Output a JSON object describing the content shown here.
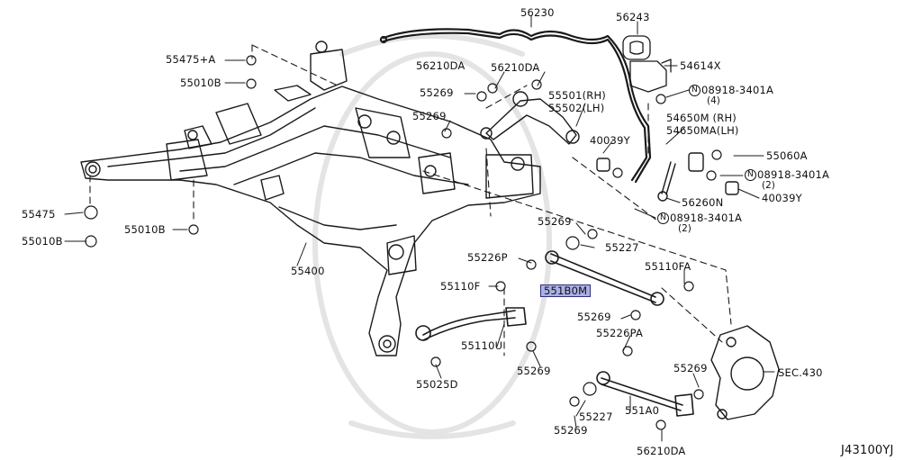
{
  "diagram_code": "J43100YJ",
  "labels": {
    "p56230": "56230",
    "p56243": "56243",
    "p55475A": "55475+A",
    "p55010B_top": "55010B",
    "p56210DA_a": "56210DA",
    "p56210DA_b": "56210DA",
    "p54614X": "54614X",
    "p55269_a": "55269",
    "p55501": "55501(RH)",
    "p55502": "55502(LH)",
    "p08918_a": "08918-3401A",
    "p08918_a_qty": "(4)",
    "p55269_b": "55269",
    "p54650M": "54650M (RH)",
    "p54650MA": "54650MA(LH)",
    "p40039Y_a": "40039Y",
    "p55060A": "55060A",
    "p08918_b": "08918-3401A",
    "p08918_b_qty": "(2)",
    "p40039Y_b": "40039Y",
    "p55475": "55475",
    "p55010B_mid": "55010B",
    "p56260N": "56260N",
    "p55010B_low": "55010B",
    "p08918_c": "08918-3401A",
    "p08918_c_qty": "(2)",
    "p55269_c": "55269",
    "p55227_a": "55227",
    "p55400": "55400",
    "p55226P": "55226P",
    "p55110FA": "55110FA",
    "p55110F": "55110F",
    "p551B0M": "551B0M",
    "p55269_d": "55269",
    "p55226PA": "55226PA",
    "p55110U": "55110U",
    "p55269_e": "55269",
    "sec430": "SEC.430",
    "p55025D": "55025D",
    "p55269_f": "55269",
    "p55227_b": "55227",
    "p551A0": "551A0",
    "p55269_g": "55269",
    "p56210DA_c": "56210DA"
  },
  "circle_marker": "N"
}
